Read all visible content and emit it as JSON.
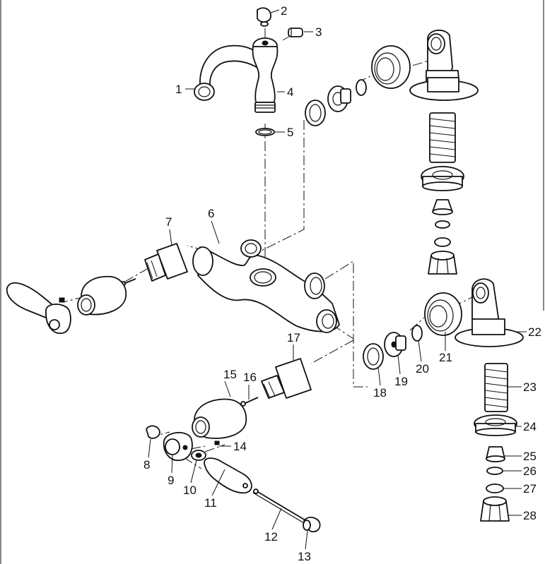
{
  "parts": [
    {
      "id": "p1",
      "label": "1"
    },
    {
      "id": "p2",
      "label": "2"
    },
    {
      "id": "p3",
      "label": "3"
    },
    {
      "id": "p4",
      "label": "4"
    },
    {
      "id": "p5",
      "label": "5"
    },
    {
      "id": "p6",
      "label": "6"
    },
    {
      "id": "p7",
      "label": "7"
    },
    {
      "id": "p8",
      "label": "8"
    },
    {
      "id": "p9",
      "label": "9"
    },
    {
      "id": "p10",
      "label": "10"
    },
    {
      "id": "p11",
      "label": "11"
    },
    {
      "id": "p12",
      "label": "12"
    },
    {
      "id": "p13",
      "label": "13"
    },
    {
      "id": "p14",
      "label": "14"
    },
    {
      "id": "p15",
      "label": "15"
    },
    {
      "id": "p16",
      "label": "16"
    },
    {
      "id": "p17",
      "label": "17"
    },
    {
      "id": "p18",
      "label": "18"
    },
    {
      "id": "p19",
      "label": "19"
    },
    {
      "id": "p20",
      "label": "20"
    },
    {
      "id": "p21",
      "label": "21"
    },
    {
      "id": "p22",
      "label": "22"
    },
    {
      "id": "p23",
      "label": "23"
    },
    {
      "id": "p24",
      "label": "24"
    },
    {
      "id": "p25",
      "label": "25"
    },
    {
      "id": "p26",
      "label": "26"
    },
    {
      "id": "p27",
      "label": "27"
    },
    {
      "id": "p28",
      "label": "28"
    }
  ]
}
